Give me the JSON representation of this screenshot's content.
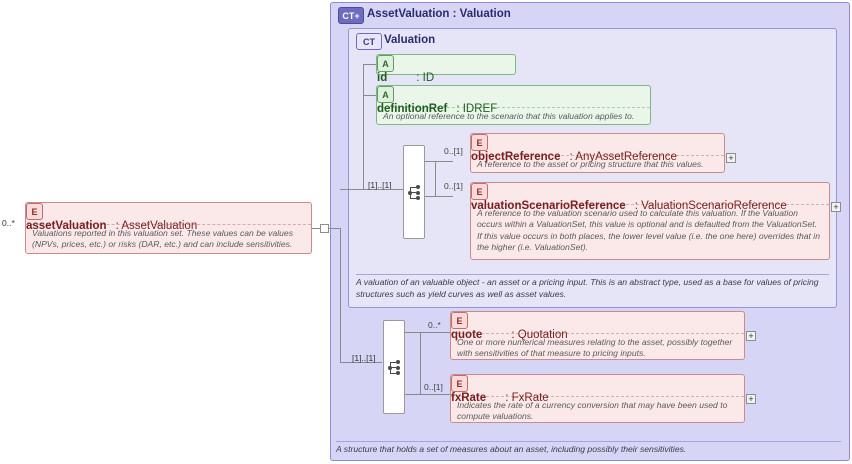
{
  "diagram": {
    "root": {
      "badge": "CT",
      "badge_suffix": "+",
      "title": "AssetValuation : Valuation",
      "footer_note": "A structure that holds a set of measures about an asset, including possibly their sensitivities."
    },
    "valuation_group": {
      "badge": "CT",
      "title": "Valuation",
      "footer_note": "A valuation of an valuable object - an asset or a pricing input. This is an abstract type, used as a base for values of pricing structures such as yield curves as well as asset values."
    },
    "left_element": {
      "badge": "E",
      "cardinality": "0..*",
      "name": "assetValuation",
      "type": ": AssetValuation",
      "description": "Valuations reported in this valuation set. These values can be values (NPVs, prices, etc.) or risks (DAR, etc.) and can include sensitivities."
    },
    "attributes": [
      {
        "badge": "A",
        "name": "id",
        "type": ": ID",
        "description": ""
      },
      {
        "badge": "A",
        "name": "definitionRef",
        "type": ": IDREF",
        "description": "An optional reference to the scenario that this valuation applies to."
      }
    ],
    "sequence_top": {
      "multiplicity": "[1]..[1]",
      "children": [
        {
          "badge": "E",
          "cardinality": "0..[1]",
          "name": "objectReference",
          "type": ": AnyAssetReference",
          "description": "A reference to the asset or pricing structure that this values.",
          "expand": "+"
        },
        {
          "badge": "E",
          "cardinality": "0..[1]",
          "name": "valuationScenarioReference",
          "type": ": ValuationScenarioReference",
          "description": "A reference to the valuation scenario used to calculate this valuation. If the Valuation occurs within a ValuationSet, this value is optional and is defaulted from the ValuationSet. If this value occurs in both places, the lower level value (i.e. the one here) overrides that in the higher (i.e. ValuationSet).",
          "expand": "+"
        }
      ]
    },
    "sequence_bottom": {
      "multiplicity": "[1]..[1]",
      "children": [
        {
          "badge": "E",
          "cardinality": "0..*",
          "name": "quote",
          "type": ": Quotation",
          "description": "One or more numerical measures relating to the asset, possibly together with sensitivities of that measure to pricing inputs.",
          "expand": "+"
        },
        {
          "badge": "E",
          "cardinality": "0..[1]",
          "name": "fxRate",
          "type": ": FxRate",
          "description": "Indicates the rate of a currency conversion that may have been used to compute valuations.",
          "expand": "+"
        }
      ]
    }
  }
}
